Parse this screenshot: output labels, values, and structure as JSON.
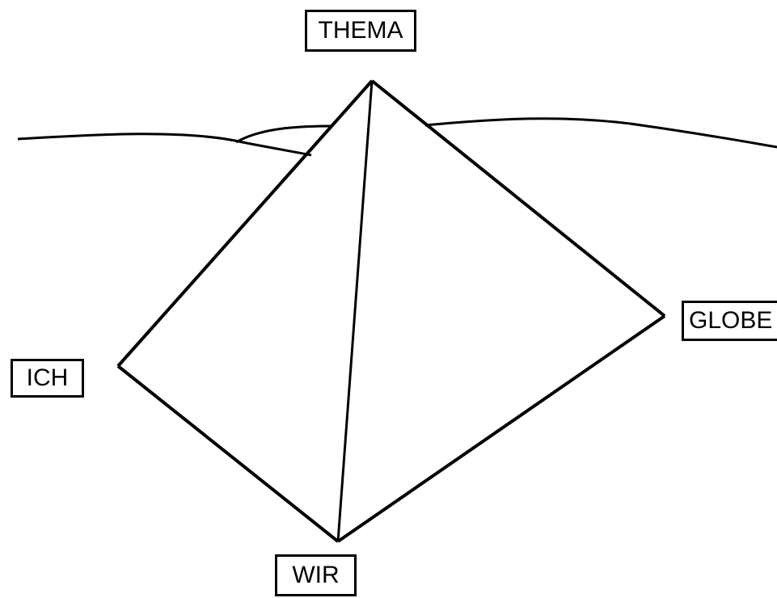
{
  "diagram": {
    "nodes": {
      "top": "THEMA",
      "right": "GLOBE",
      "left": "ICH",
      "bottom": "WIR"
    },
    "colors": {
      "stroke": "#000000",
      "background": "#ffffff"
    }
  }
}
